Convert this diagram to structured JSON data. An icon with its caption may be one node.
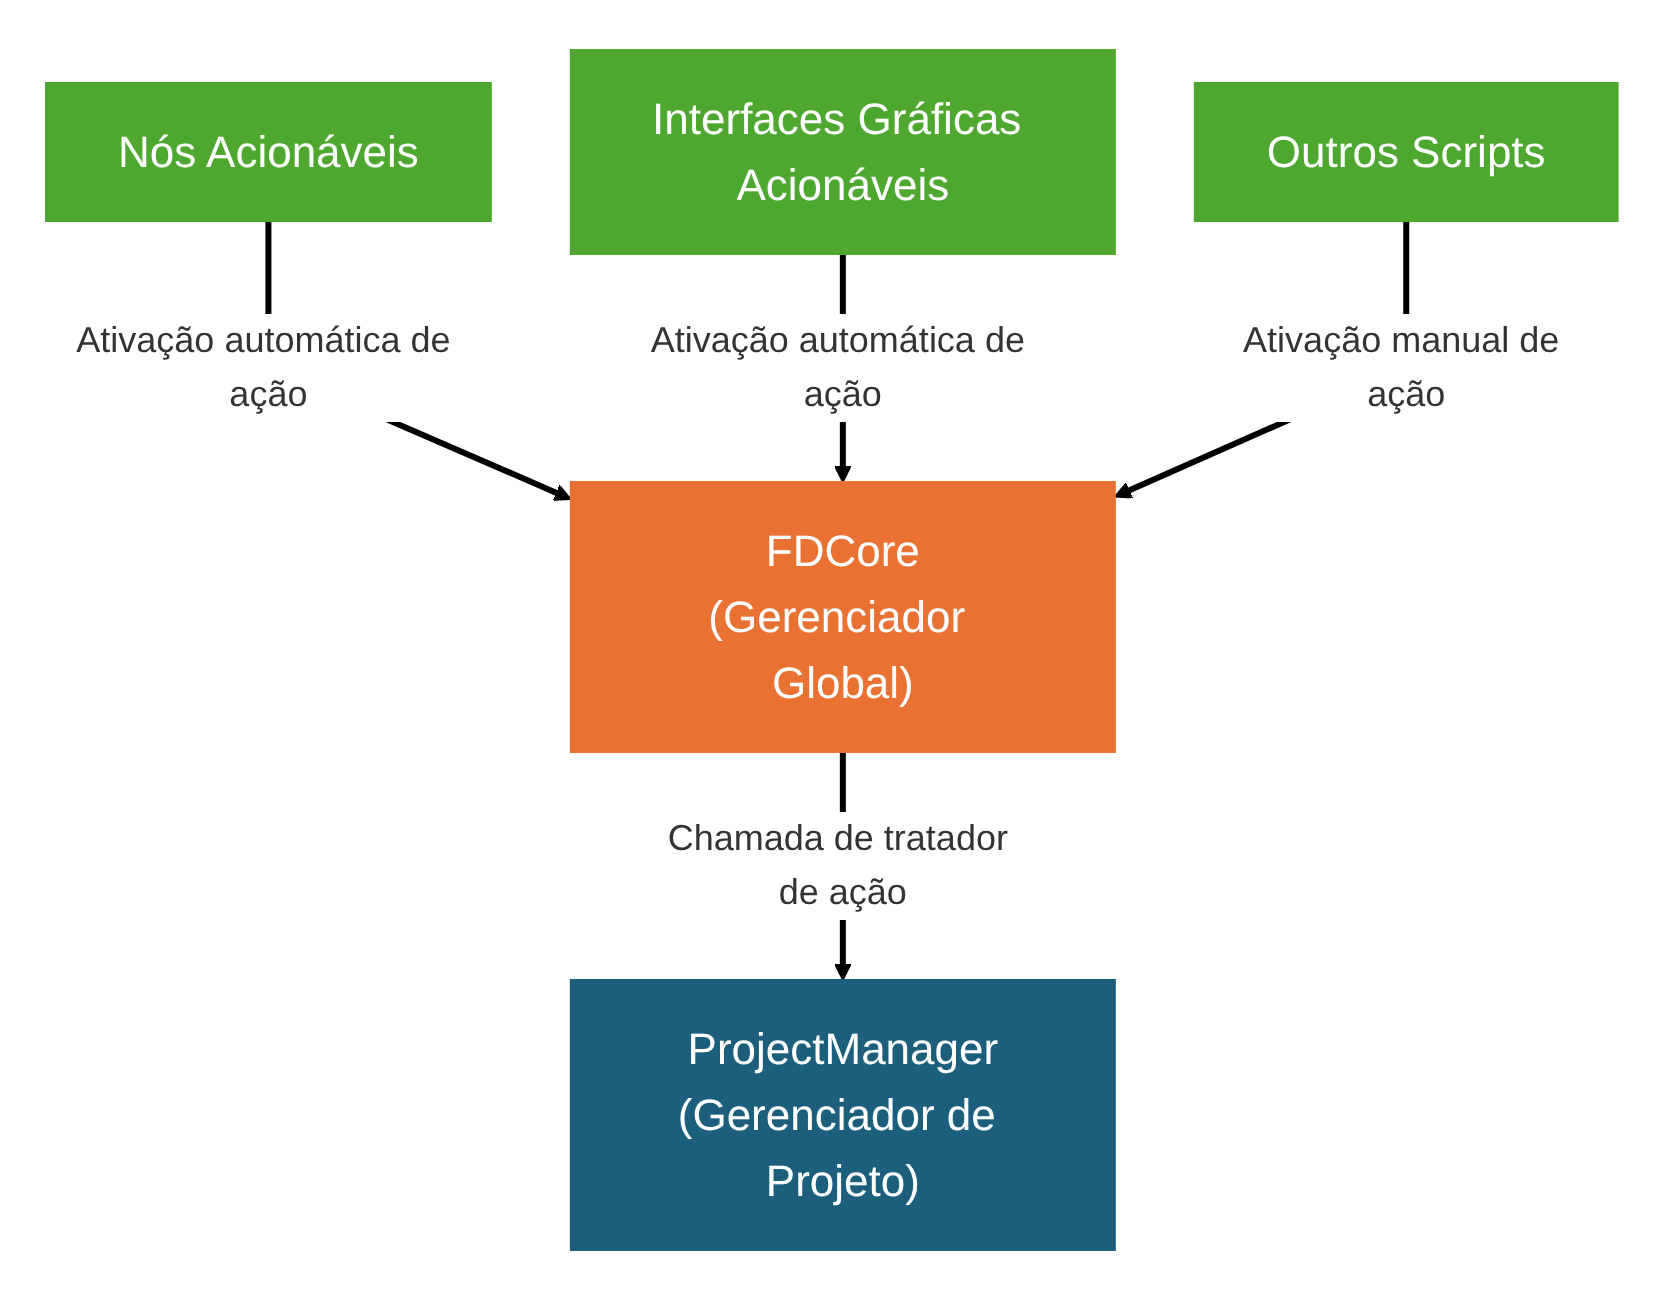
{
  "diagram": {
    "nodes": [
      {
        "text": [
          "Nós Acionáveis"
        ]
      },
      {
        "text": [
          "Interfaces Gráficas Acionáveis"
        ]
      },
      {
        "text": [
          "Outros Scripts"
        ]
      },
      {
        "text": [
          "FDCore",
          "(Gerenciador Global)"
        ]
      },
      {
        "text": [
          "ProjectManager",
          "(Gerenciador de Projeto)"
        ]
      }
    ],
    "edges": [
      {
        "from": 0,
        "to": 3,
        "arrow": "to",
        "label": "Ativação automática de ação"
      },
      {
        "from": 1,
        "to": 3,
        "arrow": "to",
        "label": "Ativação automática de ação"
      },
      {
        "from": 2,
        "to": 3,
        "arrow": "to",
        "label": "Ativação manual de ação"
      },
      {
        "from": 3,
        "to": 4,
        "arrow": "to",
        "label": "Chamada de tratador de ação"
      }
    ]
  }
}
